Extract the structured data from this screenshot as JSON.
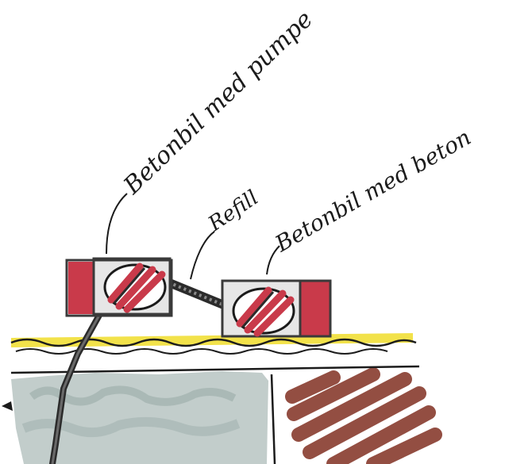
{
  "labels": {
    "pump_truck": "Betonbil med pumpe",
    "refill": "Refill",
    "concrete_truck": "Betonbil med beton"
  },
  "colors": {
    "truck_red": "#c93a4a",
    "truck_frame": "#3a3a3a",
    "truck_body": "#e6e6e6",
    "road_yellow": "#f2e24a",
    "water_line": "#1c1c1c",
    "ground_gray": "#b7c4c2",
    "ground_brown": "#8a3f32",
    "ink": "#1b1b1b"
  }
}
